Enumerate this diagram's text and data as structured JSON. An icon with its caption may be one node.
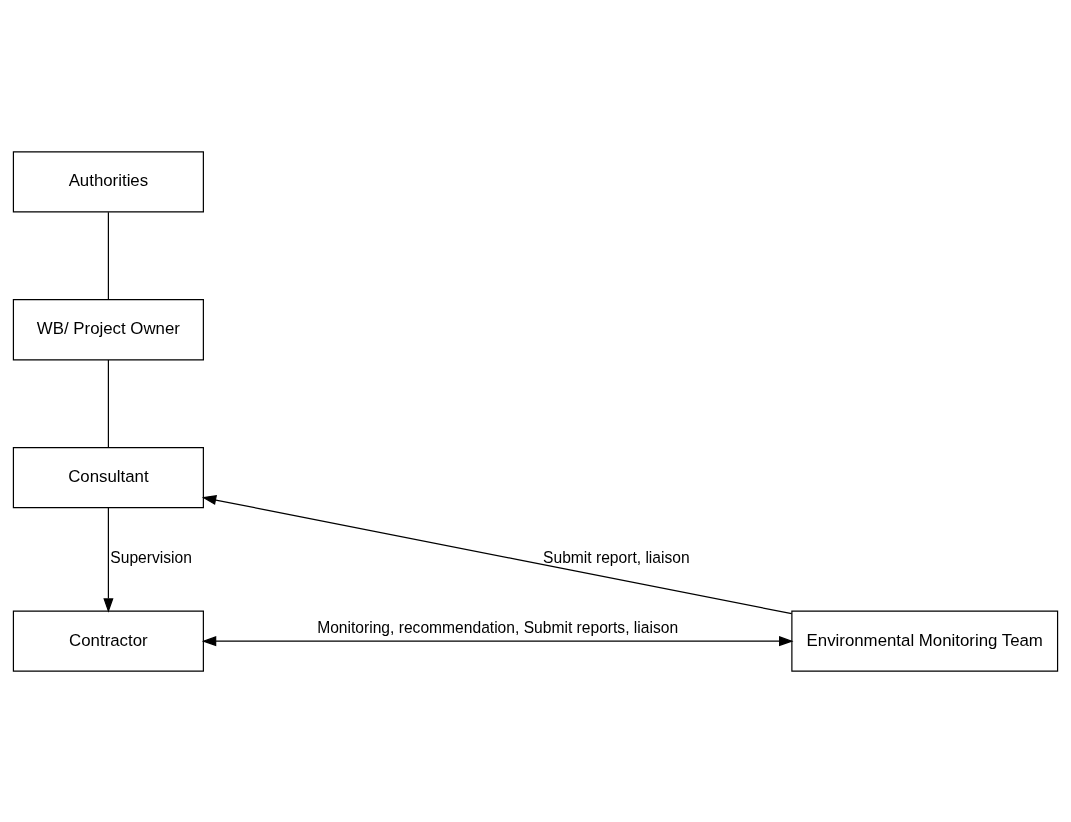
{
  "diagram": {
    "nodes": [
      {
        "text": [
          "Authorities"
        ]
      },
      {
        "text": [
          "WB/ Project Owner"
        ]
      },
      {
        "text": [
          "Consultant"
        ]
      },
      {
        "text": [
          "Contractor"
        ]
      },
      {
        "text": [
          "Environmental Monitoring Team"
        ]
      }
    ],
    "edges": [
      {
        "from": 0,
        "to": 1,
        "arrow": "none"
      },
      {
        "from": 1,
        "to": 2,
        "arrow": "none"
      },
      {
        "from": 2,
        "to": 3,
        "arrow": "to",
        "label": "Supervision"
      },
      {
        "from": 3,
        "to": 4,
        "arrow": "both",
        "label": "Monitoring, recommendation, Submit reports, liaison"
      },
      {
        "from": 4,
        "to": 2,
        "arrow": "to",
        "label": "Submit report, liaison"
      }
    ]
  }
}
